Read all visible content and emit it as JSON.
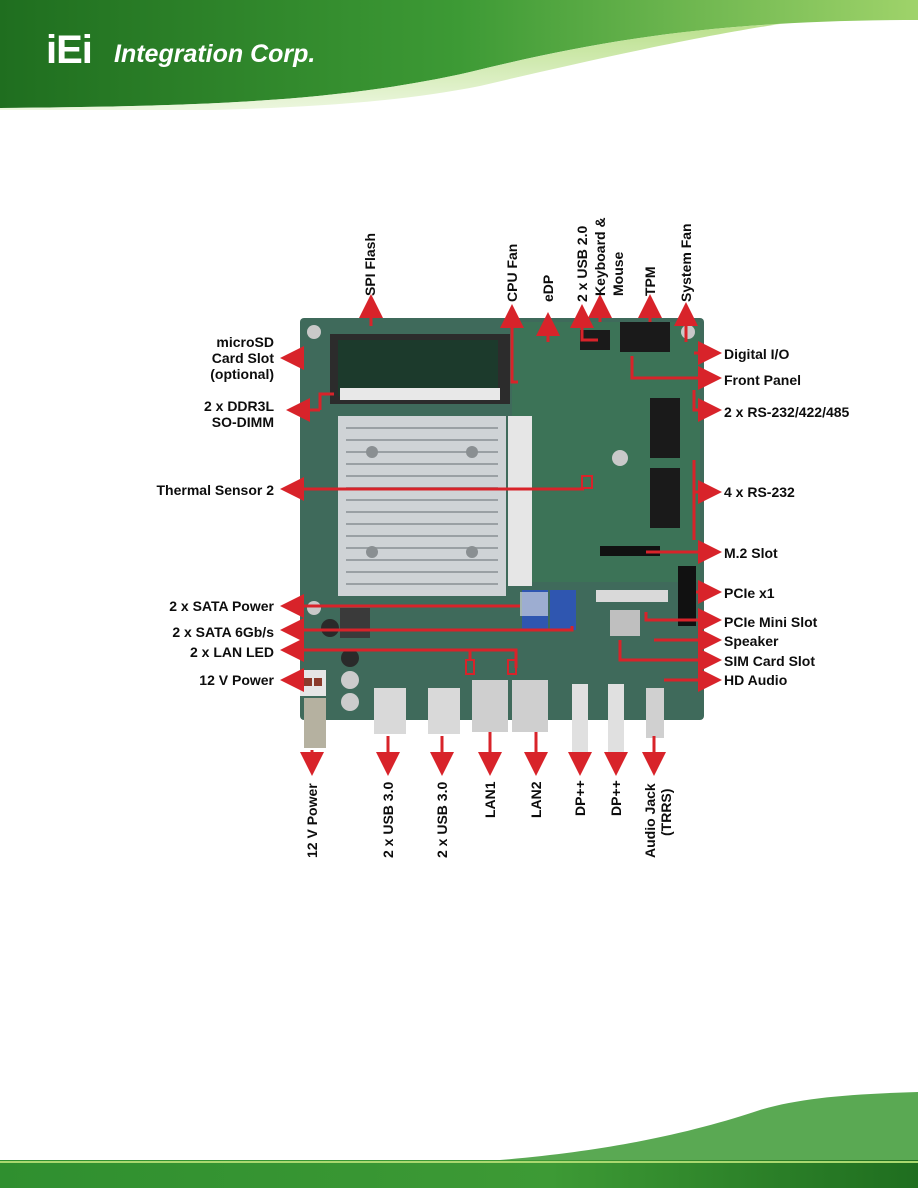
{
  "header": {
    "logo_mark": "iEi",
    "logo_text": "Integration Corp."
  },
  "colors": {
    "arrow": "#d8232a",
    "header_green": "#2e8b2e",
    "board_green": "#3f6a5b"
  },
  "labels": {
    "right": {
      "digital_io": "Digital I/O",
      "front_panel": "Front Panel",
      "rs232_422_485": "2 x RS-232/422/485",
      "rs232": "4 x RS-232",
      "m2_slot": "M.2 Slot",
      "pcie_x1": "PCIe x1",
      "pcie_mini": "PCIe Mini Slot",
      "speaker": "Speaker",
      "sim_card": "SIM Card Slot",
      "hd_audio": "HD Audio"
    },
    "left": {
      "microsd_line1": "microSD",
      "microsd_line2": "Card Slot",
      "microsd_line3": "(optional)",
      "ddr3l_line1": "2 x DDR3L",
      "ddr3l_line2": "SO-DIMM",
      "thermal_sensor": "Thermal Sensor 2",
      "sata_power": "2 x SATA Power",
      "sata_6gb": "2 x SATA 6Gb/s",
      "lan_led": "2 x LAN LED",
      "power_12v": "12 V Power"
    },
    "top": {
      "spi_flash": "SPI Flash",
      "cpu_fan": "CPU Fan",
      "edp": "eDP",
      "usb20": "2 x USB 2.0",
      "kbms_line1": "Keyboard &",
      "kbms_line2": "Mouse",
      "tpm": "TPM",
      "system_fan": "System Fan"
    },
    "bottom": {
      "power_12v_jack": "12 V Power",
      "usb30_a": "2 x USB 3.0",
      "usb30_b": "2 x USB 3.0",
      "lan1": "LAN1",
      "lan2": "LAN2",
      "dp_a": "DP++",
      "dp_b": "DP++",
      "audio_line1": "Audio Jack",
      "audio_line2": "(TRRS)"
    }
  }
}
